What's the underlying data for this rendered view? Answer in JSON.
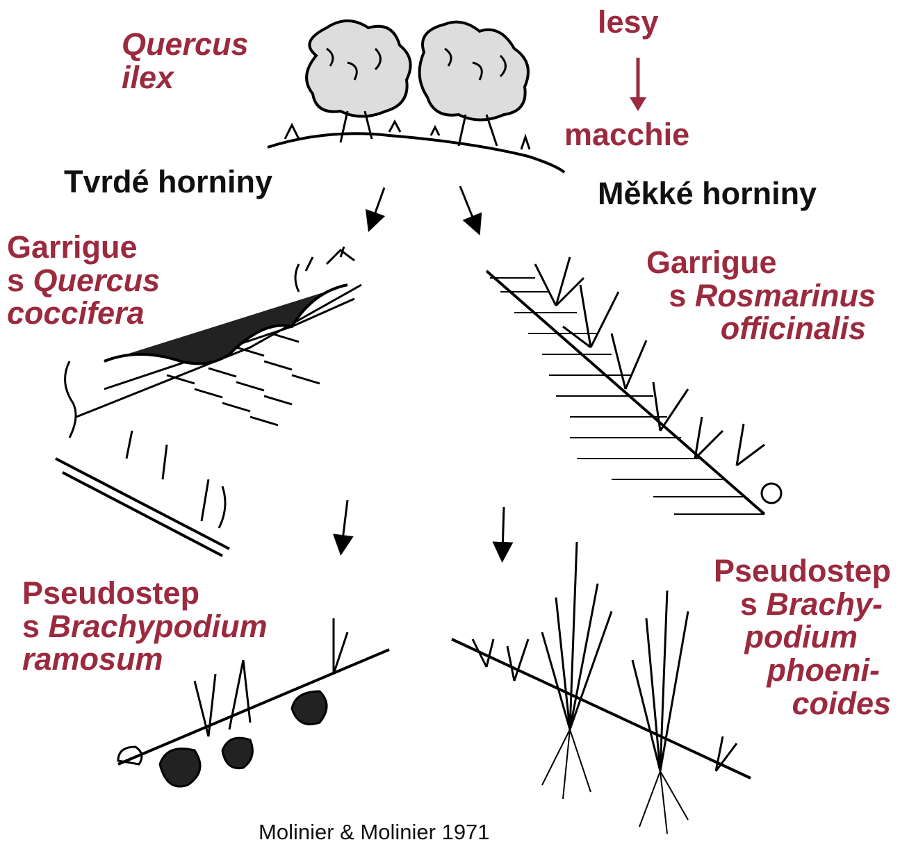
{
  "labels": {
    "quercus_ilex": {
      "line1": "Quercus",
      "line2": "ilex"
    },
    "lesy": "lesy",
    "macchie": "macchie",
    "tvrde_horniny": "Tvrdé horniny",
    "mekke_horniny": "Měkké horniny",
    "garrigue_left": {
      "line1": "Garrigue",
      "prefix2": "s ",
      "line2": "Quercus",
      "line3": "coccifera"
    },
    "garrigue_right": {
      "line1": "Garrigue",
      "prefix2": "s ",
      "line2": "Rosmarinus",
      "line3": "officinalis"
    },
    "pseudostep_left": {
      "line1": "Pseudostep",
      "prefix2": "s ",
      "line2": "Brachypodium",
      "line3": "ramosum"
    },
    "pseudostep_right": {
      "line1": "Pseudostep",
      "prefix2": "s ",
      "line2": "Brachy-",
      "line3": "podium",
      "line4": "phoeni-",
      "line5": "coides"
    }
  },
  "citation": "Molinier & Molinier 1971",
  "colors": {
    "accent": "#9b2a3e",
    "text": "#111111",
    "ink": "#000000"
  }
}
